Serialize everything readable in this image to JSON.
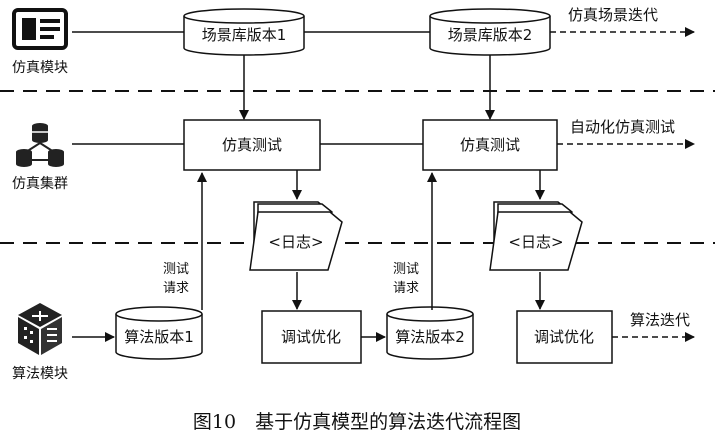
{
  "left_labels": {
    "sim_module": "仿真模块",
    "sim_cluster": "仿真集群",
    "algo_module": "算法模块"
  },
  "nodes": {
    "scene_lib_1": "场景库版本1",
    "scene_lib_2": "场景库版本2",
    "sim_test_1": "仿真测试",
    "sim_test_2": "仿真测试",
    "log_1": "<日志>",
    "log_2": "<日志>",
    "algo_ver_1": "算法版本1",
    "algo_ver_2": "算法版本2",
    "tune_1": "调试优化",
    "tune_2": "调试优化"
  },
  "annotations": {
    "test_request_1": [
      "测试",
      "请求"
    ],
    "test_request_2": [
      "测试",
      "请求"
    ]
  },
  "outputs": {
    "scene_iteration": "仿真场景迭代",
    "auto_sim_test": "自动化仿真测试",
    "algo_iteration": "算法迭代"
  },
  "caption": "图10　基于仿真模型的算法迭代流程图",
  "icons": [
    "monitor-icon",
    "cluster-icon",
    "cube-icon"
  ]
}
